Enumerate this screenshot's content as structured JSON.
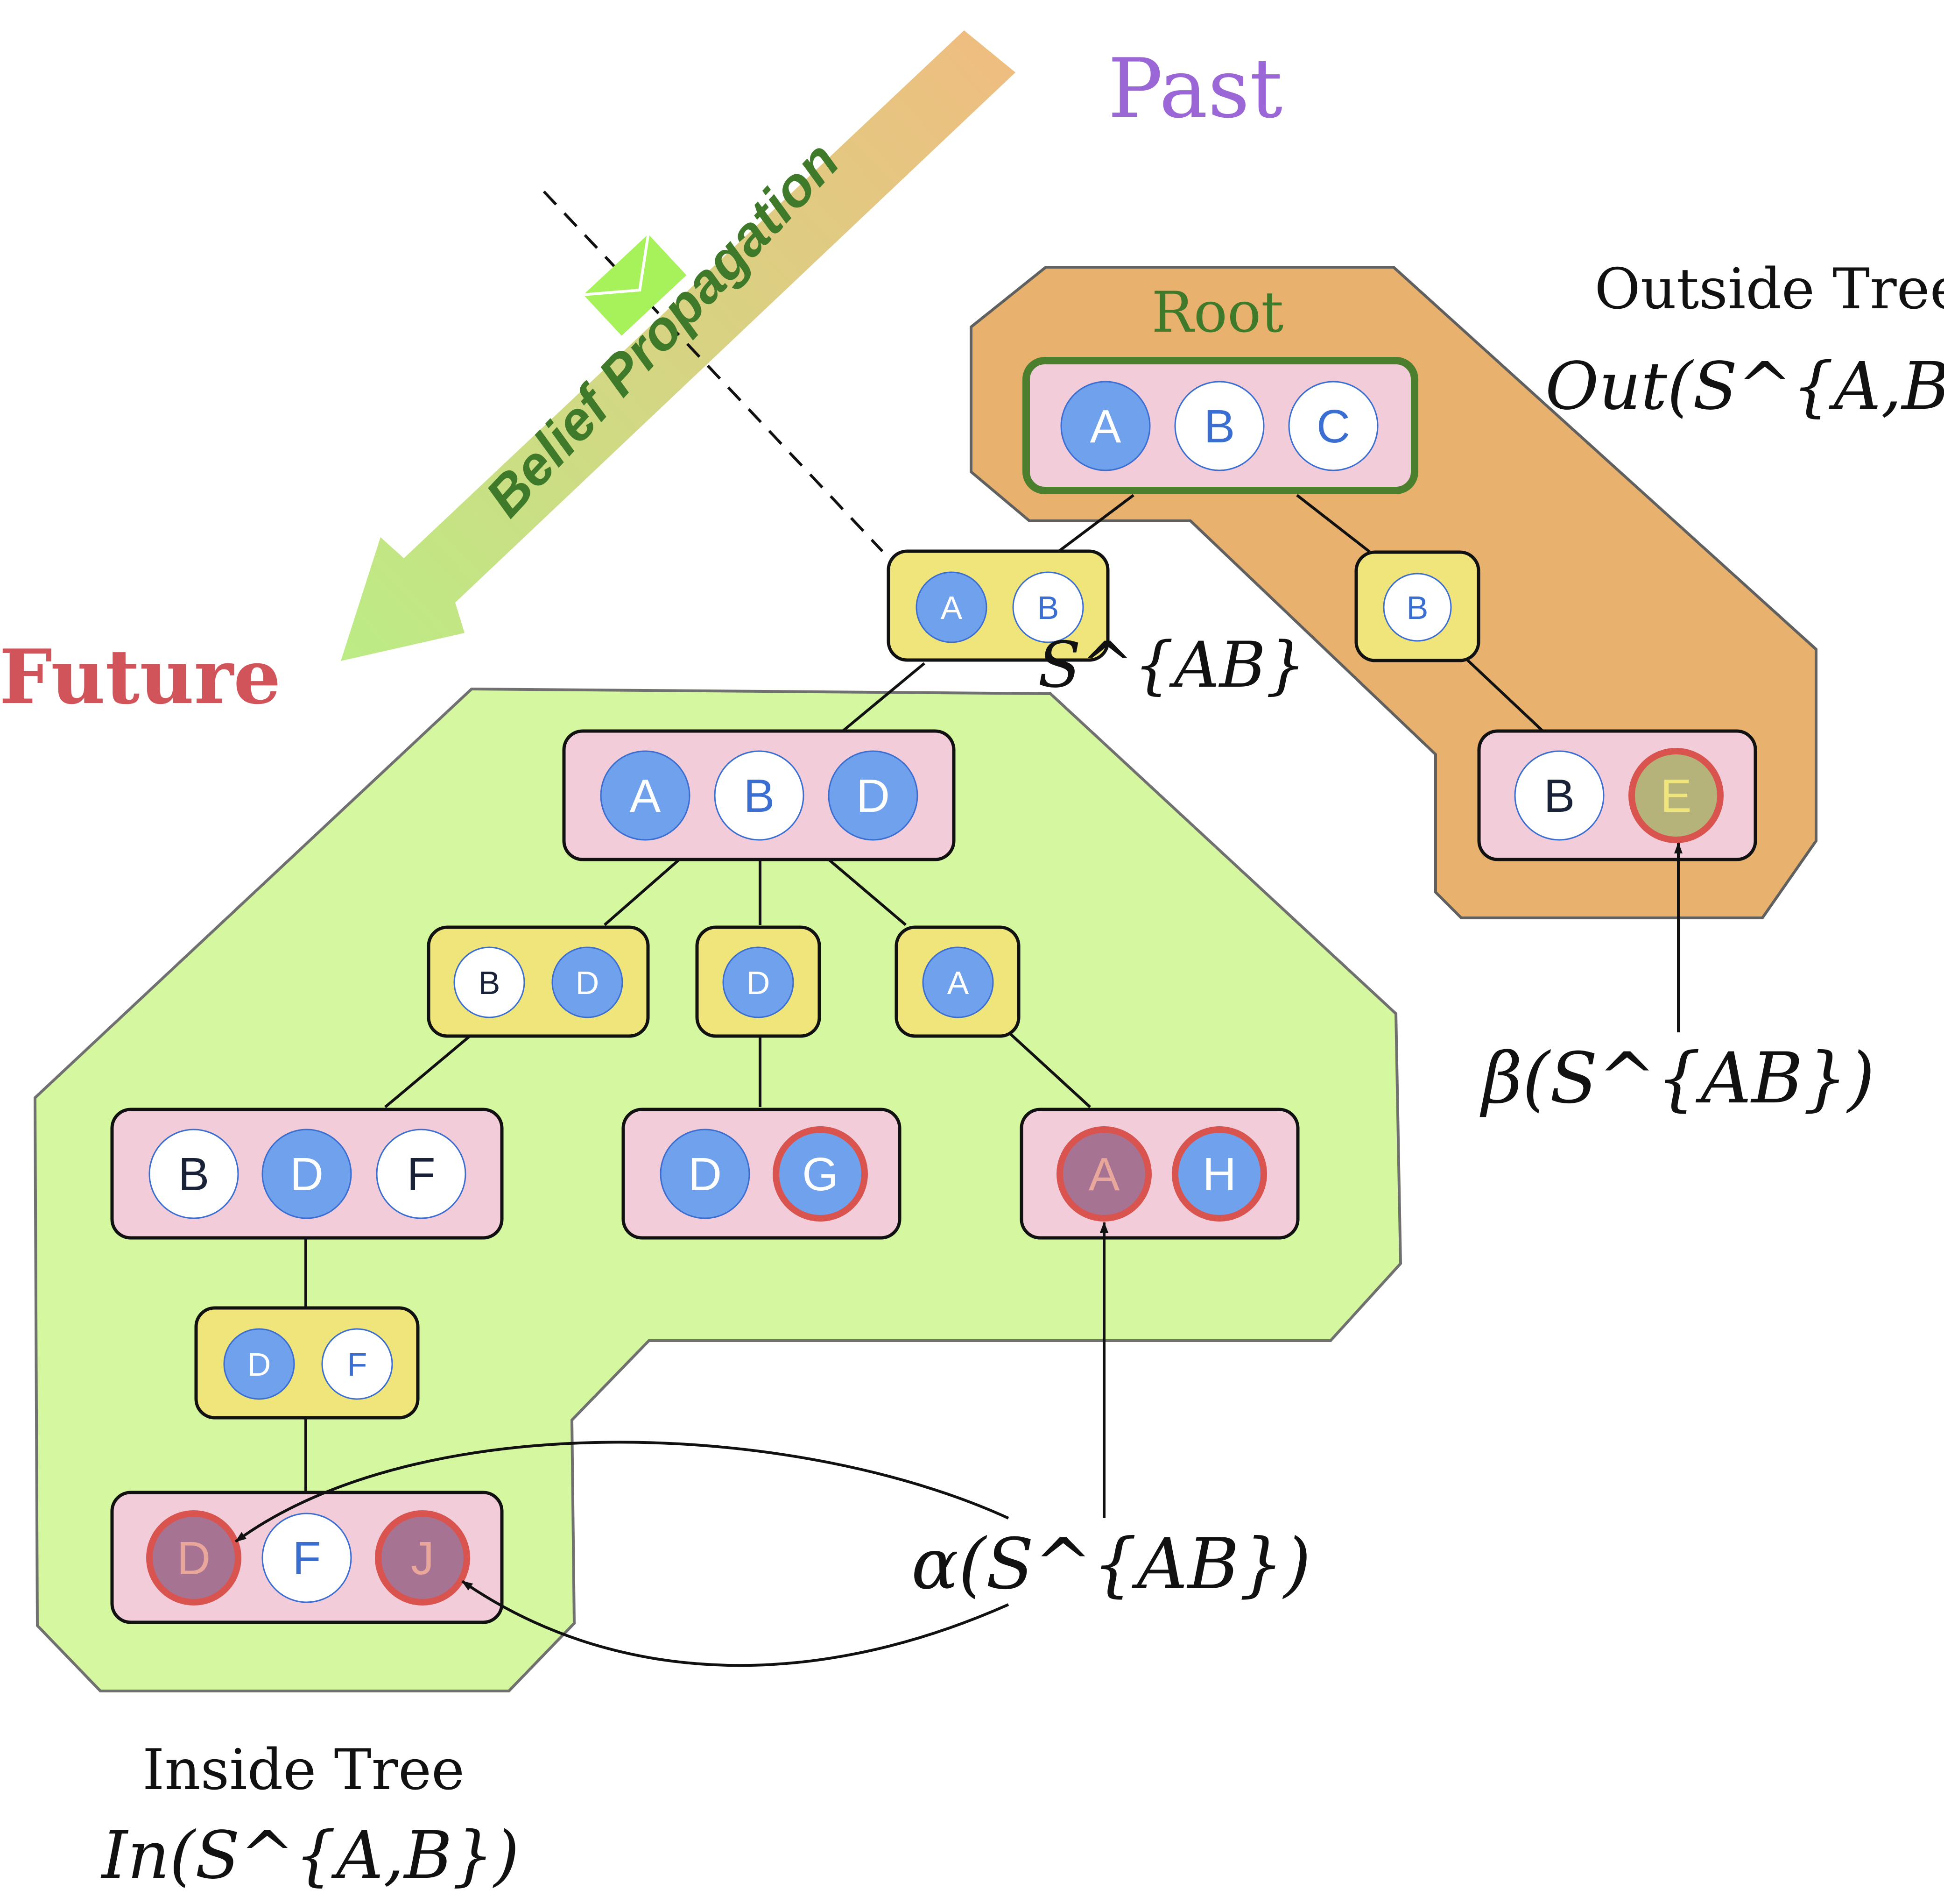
{
  "labels": {
    "past": "Past",
    "future": "Future",
    "belief_propagation": "Belief Propagation",
    "root": "Root",
    "outside_tree": "Outside Tree",
    "outside_tree_math": "Out(S^{A,B})",
    "inside_tree": "Inside Tree",
    "inside_tree_math": "In(S^{A,B})",
    "separator_label": "S^{AB}",
    "alpha": "α(S^{AB})",
    "beta": "β(S^{AB})"
  },
  "colors": {
    "past": "#9b66d6",
    "future": "#d0545a",
    "root_label": "#3f7a2a",
    "belief_text": "#3f7a2a",
    "inside_region": "#d4f7a0",
    "outside_region": "#e8b26e",
    "clique_fill": "#f2ccd9",
    "separator_fill": "#f0e57a",
    "observed_node": "#6fa1ec",
    "unobserved_node": "#ffffff",
    "evidence_ring": "#d9534f"
  },
  "cliques": {
    "root": [
      "A",
      "B",
      "C"
    ],
    "abd": [
      "A",
      "B",
      "D"
    ],
    "bdf": [
      "B",
      "D",
      "F"
    ],
    "dg": [
      "D",
      "G"
    ],
    "ah": [
      "A",
      "H"
    ],
    "dfj": [
      "D",
      "F",
      "J"
    ],
    "be": [
      "B",
      "E"
    ]
  },
  "separators": {
    "ab": [
      "A",
      "B"
    ],
    "b": [
      "B"
    ],
    "bd": [
      "B",
      "D"
    ],
    "d": [
      "D"
    ],
    "a": [
      "A"
    ],
    "df": [
      "D",
      "F"
    ]
  }
}
